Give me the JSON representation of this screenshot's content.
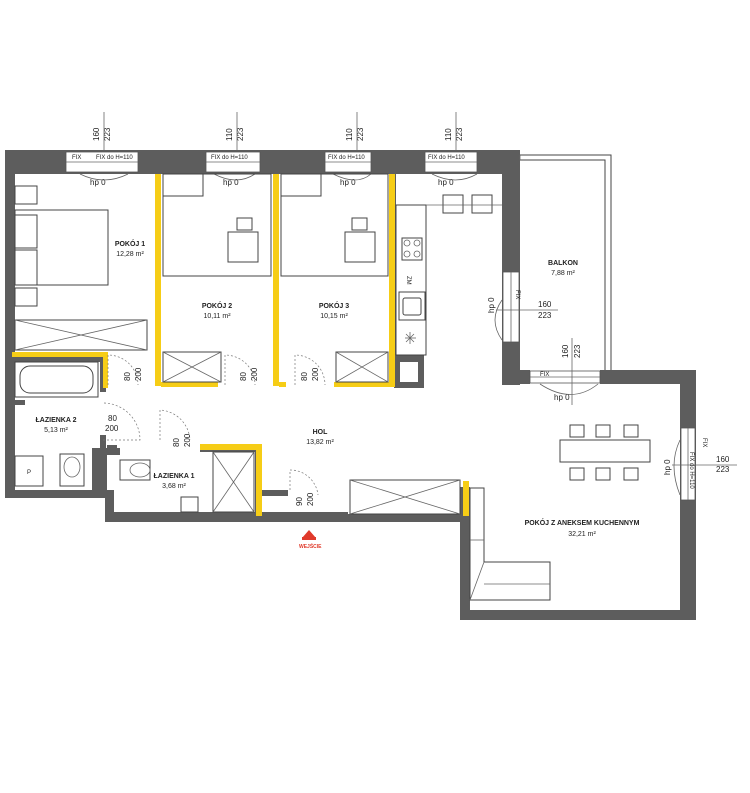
{
  "rooms": {
    "pokoj1": {
      "name": "POKÓJ 1",
      "area": "12,28 m²"
    },
    "pokoj2": {
      "name": "POKÓJ 2",
      "area": "10,11 m²"
    },
    "pokoj3": {
      "name": "POKÓJ 3",
      "area": "10,15 m²"
    },
    "balkon": {
      "name": "BALKON",
      "area": "7,88 m²"
    },
    "lazienka2": {
      "name": "ŁAZIENKA 2",
      "area": "5,13 m²"
    },
    "lazienka1": {
      "name": "ŁAZIENKA 1",
      "area": "3,68 m²"
    },
    "hol": {
      "name": "HOL",
      "area": "13,82 m²"
    },
    "salon": {
      "name": "POKÓJ Z ANEKSEM KUCHENNYM",
      "area": "32,21 m²"
    }
  },
  "windows": {
    "w1": {
      "top": "160",
      "bot": "223",
      "fix1": "FIX",
      "fix2": "FIX do H=110",
      "hp": "hp 0"
    },
    "w2": {
      "top": "110",
      "bot": "223",
      "fix": "FIX do H=110",
      "hp": "hp 0"
    },
    "w3": {
      "top": "110",
      "bot": "223",
      "fix": "FIX do H=110",
      "hp": "hp 0"
    },
    "w4": {
      "top": "110",
      "bot": "223",
      "fix": "FIX do H=110",
      "hp": "hp 0"
    },
    "balk_door": {
      "top": "160",
      "bot": "223",
      "fix": "FIX",
      "hp": "hp 0"
    },
    "balk_bottom": {
      "top": "160",
      "bot": "223",
      "fix": "FIX",
      "hp": "hp 0"
    },
    "right": {
      "top": "160",
      "bot": "223",
      "fix1": "FIX",
      "fix2": "FIX do H=110",
      "hp": "hp 0"
    }
  },
  "doors": {
    "d_p1": {
      "w": "80",
      "h": "200"
    },
    "d_p2": {
      "w": "80",
      "h": "200"
    },
    "d_p3": {
      "w": "80",
      "h": "200"
    },
    "d_l2": {
      "w": "80",
      "h": "200"
    },
    "d_l1": {
      "w": "80",
      "h": "200"
    },
    "d_ent": {
      "w": "90",
      "h": "200"
    }
  },
  "kitchen": {
    "zm": "ZM"
  },
  "misc": {
    "p_label": "P",
    "entrance": "WEJŚCIE"
  }
}
